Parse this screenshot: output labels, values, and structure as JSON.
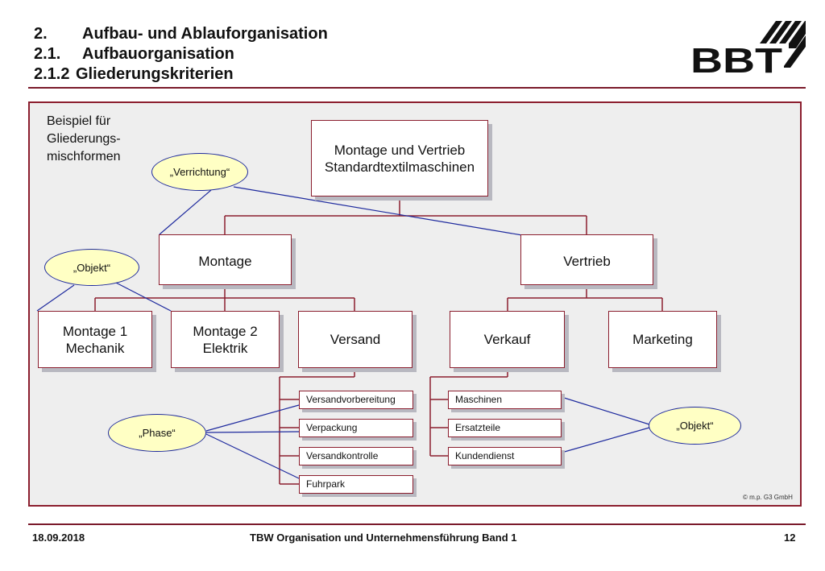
{
  "header": {
    "lines": [
      {
        "num": "2.",
        "text": "Aufbau- und Ablauforganisation"
      },
      {
        "num": "2.1.",
        "text": "Aufbauorganisation"
      },
      {
        "num": "2.1.2",
        "text": "Gliederungskriterien"
      }
    ],
    "logo_text": "BBT"
  },
  "diagram": {
    "note_lines": [
      "Beispiel für",
      "Gliederungs-",
      "mischformen"
    ],
    "root": [
      "Montage und Vertrieb",
      "Standardtextilmaschinen"
    ],
    "level2": {
      "left": "Montage",
      "right": "Vertrieb"
    },
    "level3": {
      "montage1": [
        "Montage 1",
        "Mechanik"
      ],
      "montage2": [
        "Montage 2",
        "Elektrik"
      ],
      "versand": "Versand",
      "verkauf": "Verkauf",
      "marketing": "Marketing"
    },
    "versand_items": [
      "Versandvorbereitung",
      "Verpackung",
      "Versandkontrolle",
      "Fuhrpark"
    ],
    "verkauf_items": [
      "Maschinen",
      "Ersatzteile",
      "Kundendienst"
    ],
    "criteria": {
      "verrichtung": "„Verrichtung“",
      "objekt_left": "„Objekt“",
      "phase": "„Phase“",
      "objekt_right": "„Objekt“"
    },
    "copyright": "© m.p. G3 GmbH"
  },
  "footer": {
    "date": "18.09.2018",
    "title": "TBW Organisation und Unternehmensführung Band 1",
    "page": "12"
  },
  "colors": {
    "frame": "#8b1e2e",
    "criteria_fill": "#ffffc4",
    "criteria_line": "#1e2a9e"
  }
}
